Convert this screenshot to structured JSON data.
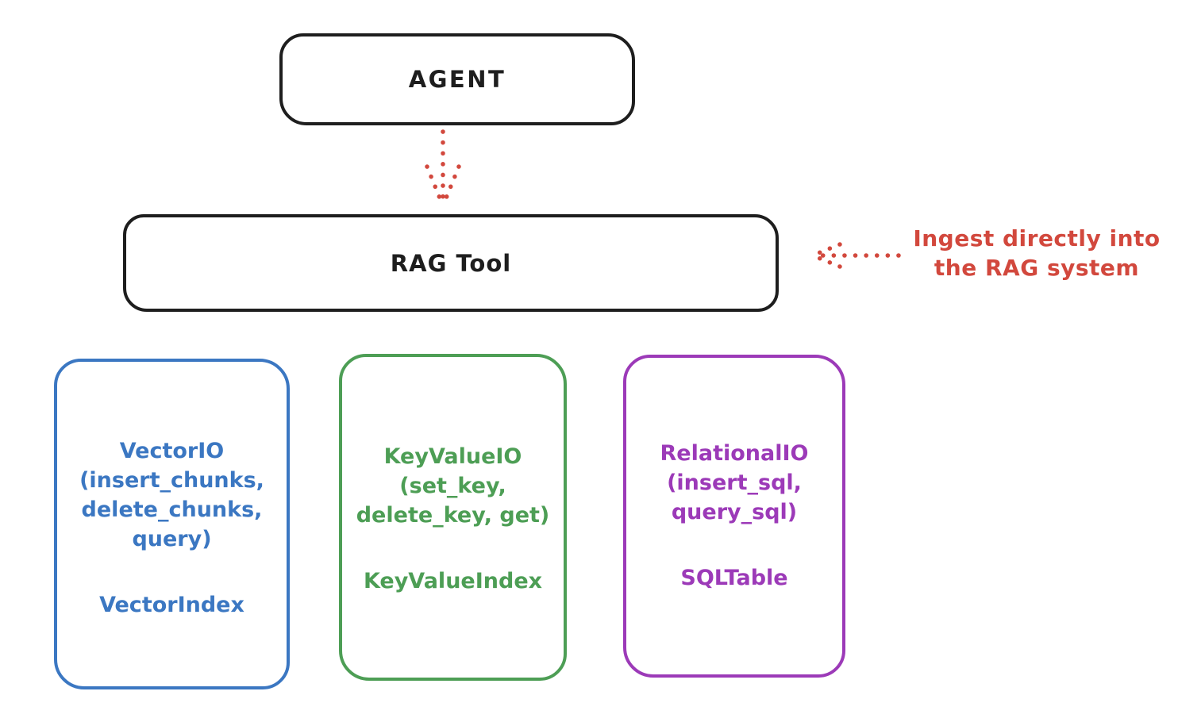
{
  "colors": {
    "outline_black": "#1e1e1e",
    "arrow_red": "#d2483d",
    "vector_blue": "#3b77c2",
    "keyvalue_green": "#4d9e55",
    "relational_purple": "#9c3ab8",
    "background": "#ffffff"
  },
  "agent": {
    "label": "AGENT"
  },
  "rag_tool": {
    "label": "RAG Tool"
  },
  "annotation": {
    "line1": "Ingest directly into",
    "line2": "the RAG system"
  },
  "stores": [
    {
      "name": "vector-io",
      "color": "#3b77c2",
      "lines": [
        "VectorIO",
        "(insert_chunks,",
        "delete_chunks,",
        "query)"
      ],
      "footer": "VectorIndex"
    },
    {
      "name": "key-value-io",
      "color": "#4d9e55",
      "lines": [
        "KeyValueIO",
        "(set_key,",
        "delete_key, get)"
      ],
      "footer": "KeyValueIndex"
    },
    {
      "name": "relational-io",
      "color": "#9c3ab8",
      "lines": [
        "RelationalIO",
        "(insert_sql,",
        "query_sql)"
      ],
      "footer": "SQLTable"
    }
  ]
}
